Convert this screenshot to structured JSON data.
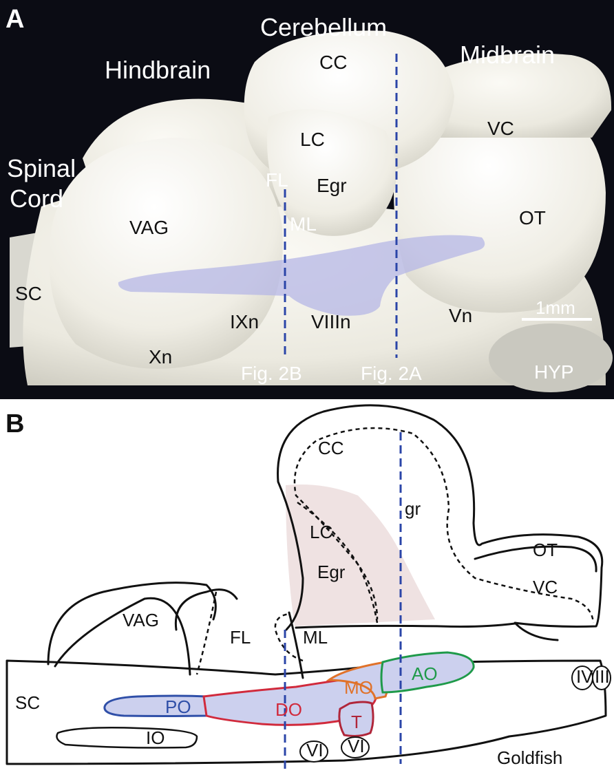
{
  "panel_a": {
    "letter": "A",
    "region_labels": {
      "cerebellum": "Cerebellum",
      "midbrain": "Midbrain",
      "hindbrain": "Hindbrain",
      "spinal_cord_1": "Spinal",
      "spinal_cord_2": "Cord"
    },
    "structure_labels": {
      "cc": "CC",
      "vc": "VC",
      "lc": "LC",
      "fl": "FL",
      "egr": "Egr",
      "vag": "VAG",
      "ml": "ML",
      "ot": "OT",
      "sc": "SC",
      "ixn": "IXn",
      "viiin": "VIIIn",
      "vn": "Vn",
      "xn": "Xn",
      "hyp": "HYP"
    },
    "section_labels": {
      "fig2b": "Fig. 2B",
      "fig2a": "Fig. 2A"
    },
    "scale_bar": "1mm"
  },
  "panel_b": {
    "letter": "B",
    "labels": {
      "cc": "CC",
      "gr": "gr",
      "lc": "LC",
      "egr": "Egr",
      "ot": "OT",
      "vc": "VC",
      "vag": "VAG",
      "fl": "FL",
      "ml": "ML",
      "sc": "SC",
      "io": "IO",
      "iv": "IV",
      "iii": "III",
      "vi_1": "VI",
      "vi_2": "VI",
      "species": "Goldfish"
    },
    "nuclei": {
      "po": "PO",
      "do": "DO",
      "mo": "MO",
      "ao": "AO",
      "t": "T"
    },
    "colors": {
      "po": "#2f4fa8",
      "do": "#d12a3c",
      "mo": "#e0722a",
      "ao": "#1f9a4a",
      "t": "#b0263a",
      "nucleus_fill": "#ccd0ee",
      "cerebellar_fill": "#efe2e2",
      "section_line": "#2b45a8"
    }
  }
}
